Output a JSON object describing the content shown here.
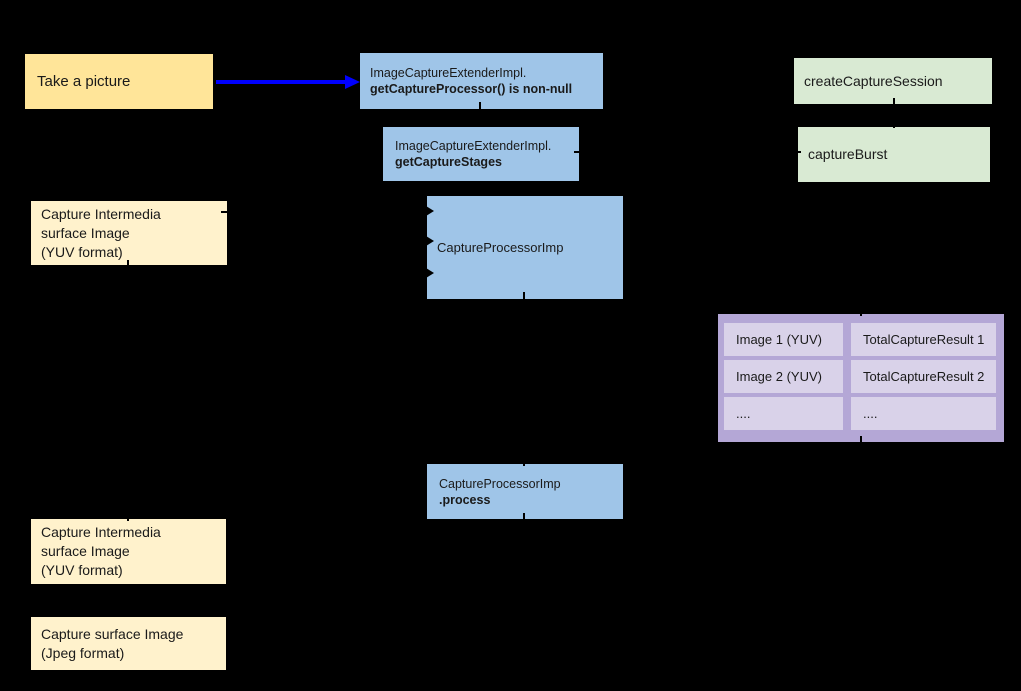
{
  "diagram": {
    "background_color": "#000000",
    "palette": {
      "yellow_box": "#ffe599",
      "cream_box": "#fff2cc",
      "blue_box": "#9fc5e8",
      "green_box": "#d9ead3",
      "table_outer_purple": "#b4a7d6",
      "table_cell_purple": "#d9d2e9",
      "arrow_blue": "#0000fe",
      "text": "#1a1a1a"
    },
    "nodes": {
      "take_picture": {
        "label": "Take a picture"
      },
      "get_capture_processor": {
        "line1": "ImageCaptureExtenderImpl.",
        "line2": "getCaptureProcessor() is non-null"
      },
      "get_capture_stages": {
        "line1": "ImageCaptureExtenderImpl.",
        "line2": "getCaptureStages"
      },
      "create_capture_session": {
        "label": "createCaptureSession"
      },
      "capture_burst": {
        "label": "captureBurst"
      },
      "capture_intermedia_top": {
        "lines": [
          "Capture Intermedia",
          "surface Image",
          "(YUV format)"
        ]
      },
      "capture_processor": {
        "label": "CaptureProcessorImp"
      },
      "capture_processor_process": {
        "line1": "CaptureProcessorImp",
        "line2": ".process"
      },
      "capture_intermedia_bottom": {
        "lines": [
          "Capture Intermedia",
          "surface Image",
          "(YUV format)"
        ]
      },
      "capture_surface_jpeg": {
        "lines": [
          "Capture surface Image",
          "(Jpeg format)"
        ]
      }
    },
    "results_table": {
      "rows": [
        {
          "image": "Image 1 (YUV)",
          "result": "TotalCaptureResult 1"
        },
        {
          "image": "Image 2 (YUV)",
          "result": "TotalCaptureResult 2"
        },
        {
          "image": "....",
          "result": "...."
        }
      ]
    }
  }
}
